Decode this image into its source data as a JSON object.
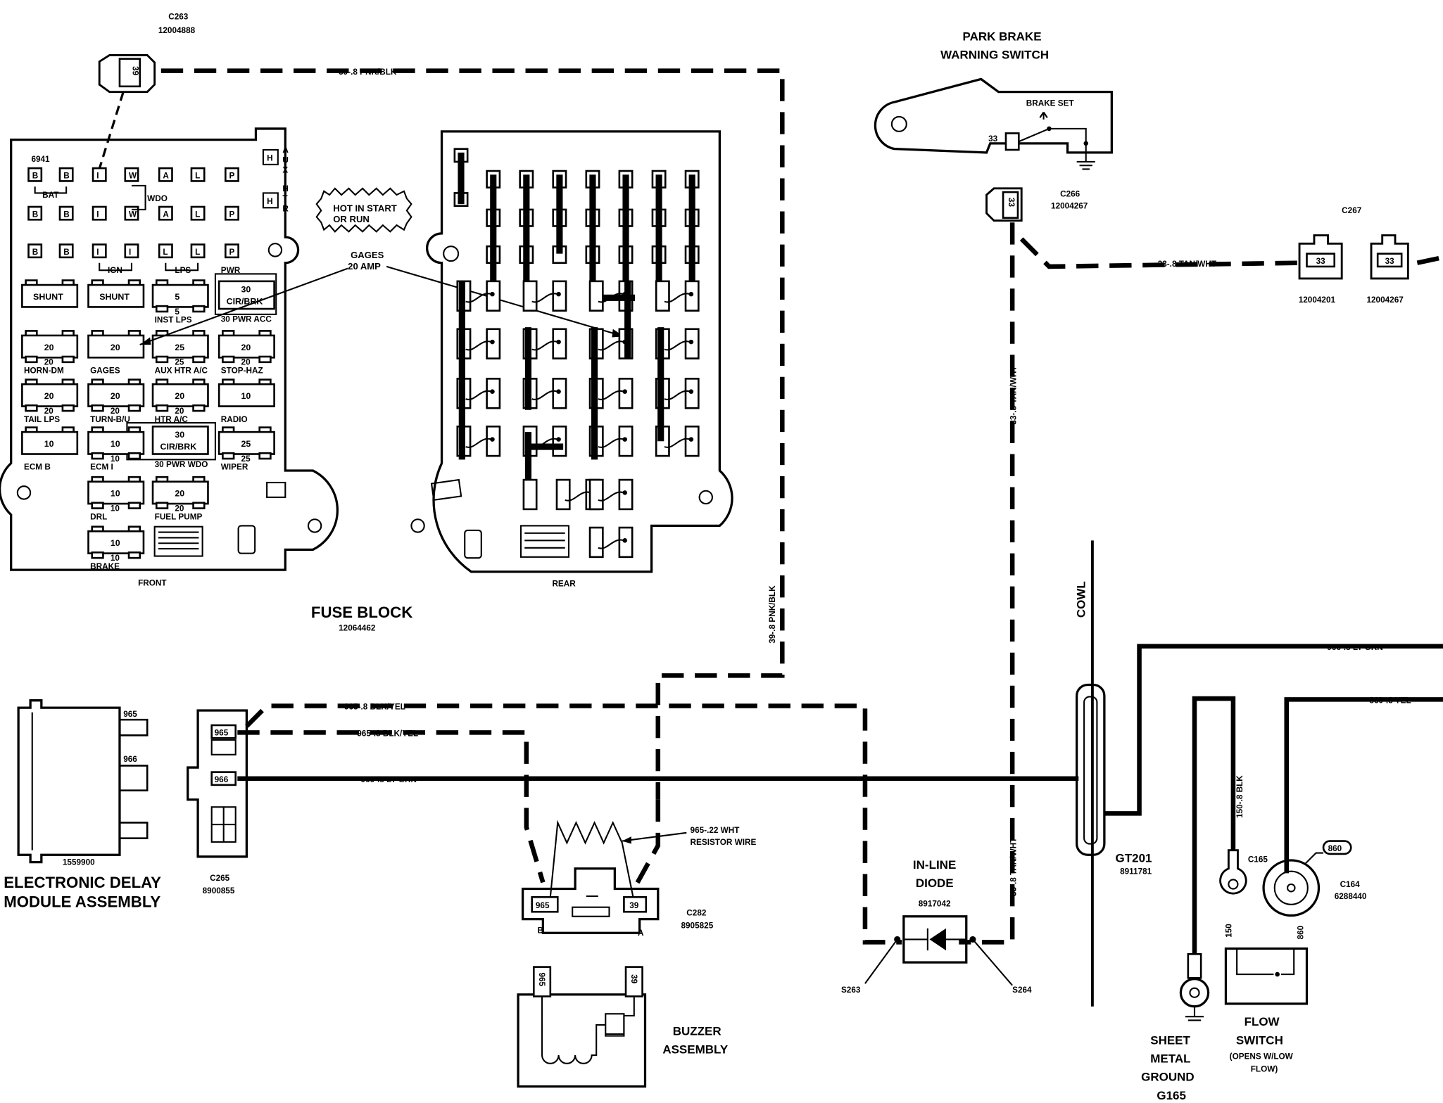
{
  "labels": {
    "c263": "C263",
    "c263_part": "12004888",
    "pin_39": "39",
    "wire_39_top": "39-.8 PNK/BLK",
    "wire_39_vert": "39-.8 PNK/BLK",
    "fuse_block_id": "6941",
    "fuse_block": "FUSE BLOCK",
    "fuse_block_part": "12064462",
    "front": "FRONT",
    "rear": "REAR",
    "hot_in_start_1": "HOT IN START",
    "hot_in_start_2": "OR RUN",
    "gages_callout_1": "GAGES",
    "gages_callout_2": "20 AMP",
    "park_brake_1": "PARK BRAKE",
    "park_brake_2": "WARNING SWITCH",
    "brake_set": "BRAKE SET",
    "pin_33": "33",
    "c266": "C266",
    "c266_part": "12004267",
    "c267": "C267",
    "wire_33_horiz": "33-.8 TAN/WHT",
    "wire_33_vert_upper": "33-.8 TAN/WHT",
    "wire_33_vert_lower": "33-.8 TAN/WHT",
    "c267_part_a": "12004201",
    "c267_part_b": "12004267",
    "cowl": "COWL",
    "wire_966_right": "966-.8 LT GRN",
    "wire_860_right": "860-.8 YEL",
    "wire_965_a": "965-.8 BLK/YEL",
    "wire_965_b": "965-.8 BLK/YEL",
    "wire_966_mid": "966-.8 LT GRN",
    "pin_965": "965",
    "pin_966": "966",
    "edm_part": "1559900",
    "edm_1": "ELECTRONIC DELAY",
    "edm_2": "MODULE ASSEMBLY",
    "c265": "C265",
    "c265_part": "8900855",
    "resistor_1": "965-.22 WHT",
    "resistor_2": "RESISTOR WIRE",
    "c282": "C282",
    "c282_part": "8905825",
    "pin_b": "B",
    "pin_a": "A",
    "buzzer_1": "BUZZER",
    "buzzer_2": "ASSEMBLY",
    "inline_diode_1": "IN-LINE",
    "inline_diode_2": "DIODE",
    "diode_part": "8917042",
    "s263": "S263",
    "s264": "S264",
    "gt201": "GT201",
    "gt201_part": "8911781",
    "wire_150": "150-.8 BLK",
    "c165": "C165",
    "c164": "C164",
    "c164_part": "6288440",
    "pin_860": "860",
    "pin_150": "150",
    "sheet_metal_1": "SHEET",
    "sheet_metal_2": "METAL",
    "sheet_metal_3": "GROUND",
    "sheet_metal_4": "G165",
    "flow_switch_1": "FLOW",
    "flow_switch_2": "SWITCH",
    "flow_switch_3": "(OPENS W/LOW",
    "flow_switch_4": "FLOW)"
  },
  "front_top_letters": [
    "B",
    "B",
    "I",
    "W",
    "A",
    "L",
    "P"
  ],
  "front_mid_letters": [
    "B",
    "B",
    "I",
    "W",
    "A",
    "L",
    "P"
  ],
  "front_low_letters": [
    "B",
    "B",
    "I",
    "I",
    "L",
    "L",
    "P"
  ],
  "front_group_labels": [
    "BAT",
    "WDO",
    "IGN",
    "LPS",
    "PWR"
  ],
  "side_columns": [
    {
      "box": "H",
      "word": "AUX"
    },
    {
      "box": "H",
      "word": "HTR"
    }
  ],
  "front_fuses": [
    {
      "value": "SHUNT",
      "label": ""
    },
    {
      "value": "SHUNT",
      "label": ""
    },
    {
      "value": "5",
      "label": "INST LPS",
      "sub": "5"
    },
    {
      "value": "30",
      "value2": "CIR/BRK",
      "label": "30 PWR ACC"
    },
    {
      "value": "20",
      "label": "HORN-DM",
      "sub": "20"
    },
    {
      "value": "20",
      "label": "GAGES"
    },
    {
      "value": "25",
      "label": "AUX HTR A/C",
      "sub": "25"
    },
    {
      "value": "20",
      "label": "STOP-HAZ",
      "sub": "20"
    },
    {
      "value": "20",
      "label": "TAIL LPS",
      "sub": "20"
    },
    {
      "value": "20",
      "label": "TURN-B/U",
      "sub": "20"
    },
    {
      "value": "20",
      "label": "HTR A/C",
      "sub": "20"
    },
    {
      "value": "10",
      "label": "RADIO"
    },
    {
      "value": "10",
      "label": "ECM B"
    },
    {
      "value": "10",
      "label": "ECM I",
      "sub": "10"
    },
    {
      "value": "30",
      "value2": "CIR/BRK",
      "label": "30 PWR WDO"
    },
    {
      "value": "25",
      "label": "WIPER",
      "sub": "25"
    },
    {
      "value": "10",
      "label": "DRL",
      "sub": "10"
    },
    {
      "value": "20",
      "label": "FUEL PUMP",
      "sub": "20"
    },
    {
      "value": "10",
      "label": "BRAKE",
      "sub": "10"
    }
  ]
}
